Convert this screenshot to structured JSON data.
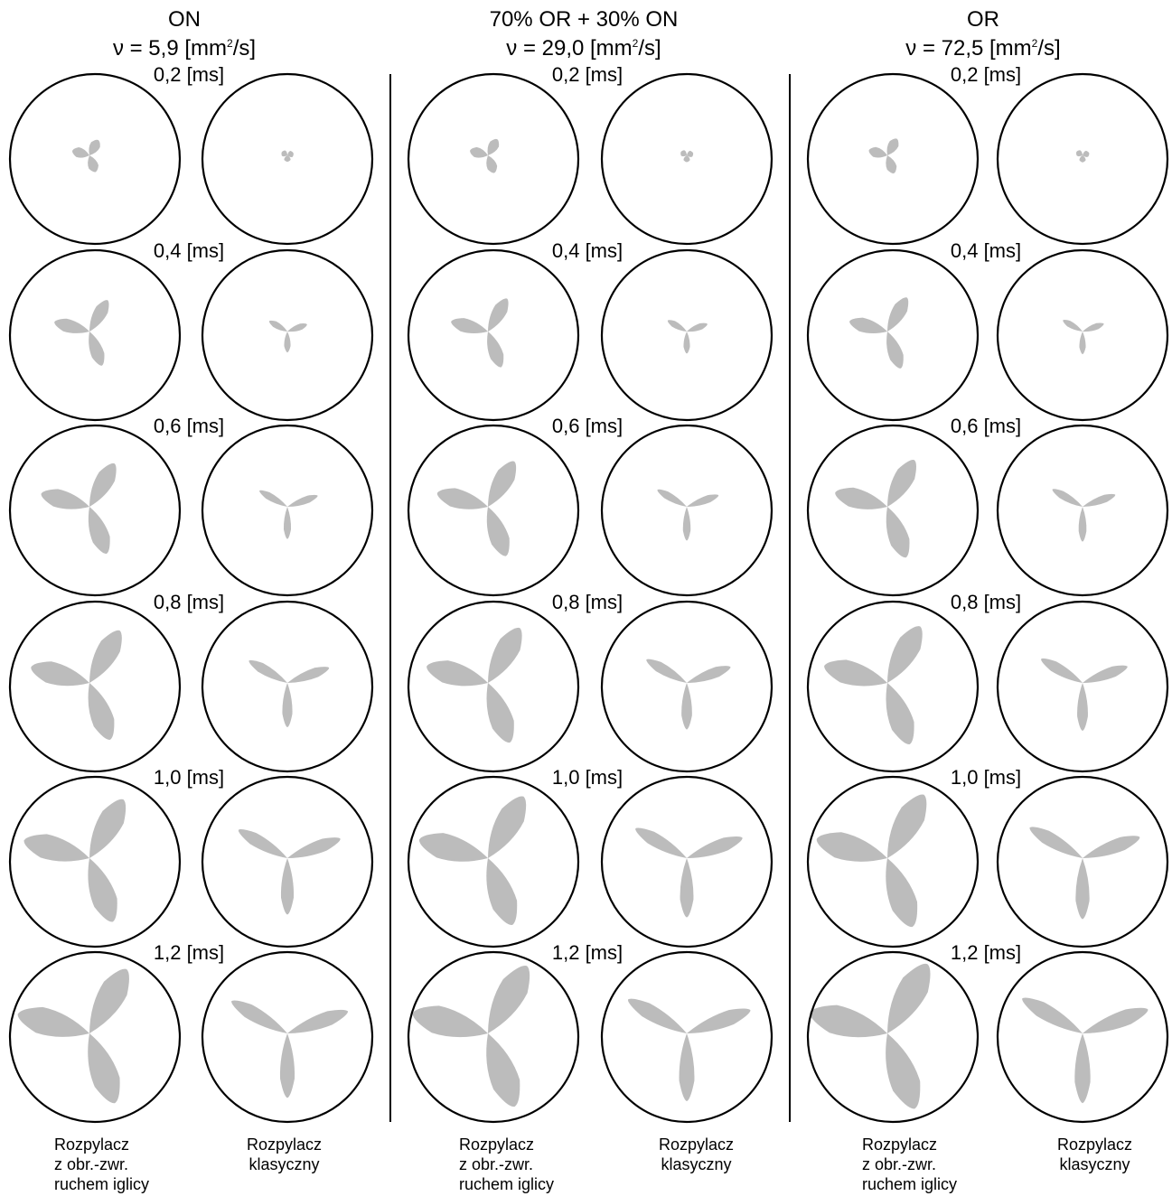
{
  "columns": [
    {
      "title": "ON",
      "viscosity_prefix": "ν = 5,9 [mm",
      "viscosity_exp": "2",
      "viscosity_suffix": "/s]"
    },
    {
      "title": "70% OR + 30% ON",
      "viscosity_prefix": "ν = 29,0 [mm",
      "viscosity_exp": "2",
      "viscosity_suffix": "/s]"
    },
    {
      "title": "OR",
      "viscosity_prefix": "ν = 72,5 [mm",
      "viscosity_exp": "2",
      "viscosity_suffix": "/s]"
    }
  ],
  "time_labels": [
    "0,2 [ms]",
    "0,4 [ms]",
    "0,6 [ms]",
    "0,8 [ms]",
    "1,0 [ms]",
    "1,2 [ms]"
  ],
  "footer": {
    "rotary": [
      "Rozpylacz",
      "z obr.-zwr.",
      "ruchem iglicy"
    ],
    "classic": [
      "Rozpylacz",
      "klasyczny"
    ]
  },
  "colors": {
    "spray": "#bcbcbc",
    "outline": "#000000"
  }
}
